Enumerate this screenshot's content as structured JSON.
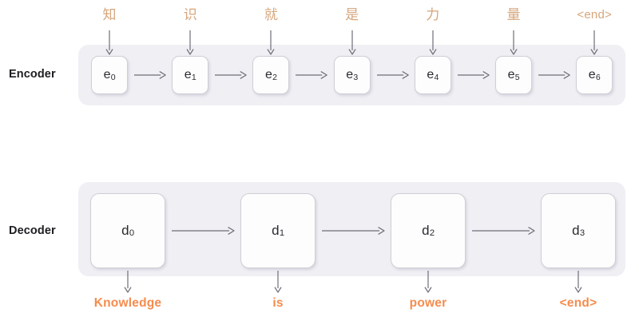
{
  "diagram": {
    "title": "Encoder-Decoder sequence diagram",
    "colors": {
      "panel_background": "#F0EFF4",
      "cell_background": "#FDFDFD",
      "cell_border": "#CFCFD6",
      "input_token": "#D6A67C",
      "output_token": "#F68C4E",
      "arrow": "#6E6E78",
      "row_label": "#1D1D22",
      "page_background": "#FFFFFF"
    }
  },
  "encoder": {
    "row_label": "Encoder",
    "cells": [
      {
        "base": "e",
        "sub": "0",
        "name": "encoder-cell-e0"
      },
      {
        "base": "e",
        "sub": "1",
        "name": "encoder-cell-e1"
      },
      {
        "base": "e",
        "sub": "2",
        "name": "encoder-cell-e2"
      },
      {
        "base": "e",
        "sub": "3",
        "name": "encoder-cell-e3"
      },
      {
        "base": "e",
        "sub": "4",
        "name": "encoder-cell-e4"
      },
      {
        "base": "e",
        "sub": "5",
        "name": "encoder-cell-e5"
      },
      {
        "base": "e",
        "sub": "6",
        "name": "encoder-cell-e6"
      }
    ],
    "input_tokens": [
      "知",
      "识",
      "就",
      "是",
      "力",
      "量",
      "<end>"
    ]
  },
  "decoder": {
    "row_label": "Decoder",
    "cells": [
      {
        "base": "d",
        "sub": "0",
        "name": "decoder-cell-d0"
      },
      {
        "base": "d",
        "sub": "1",
        "name": "decoder-cell-d1"
      },
      {
        "base": "d",
        "sub": "2",
        "name": "decoder-cell-d2"
      },
      {
        "base": "d",
        "sub": "3",
        "name": "decoder-cell-d3"
      }
    ],
    "output_tokens": [
      "Knowledge",
      "is",
      "power",
      "<end>"
    ]
  }
}
